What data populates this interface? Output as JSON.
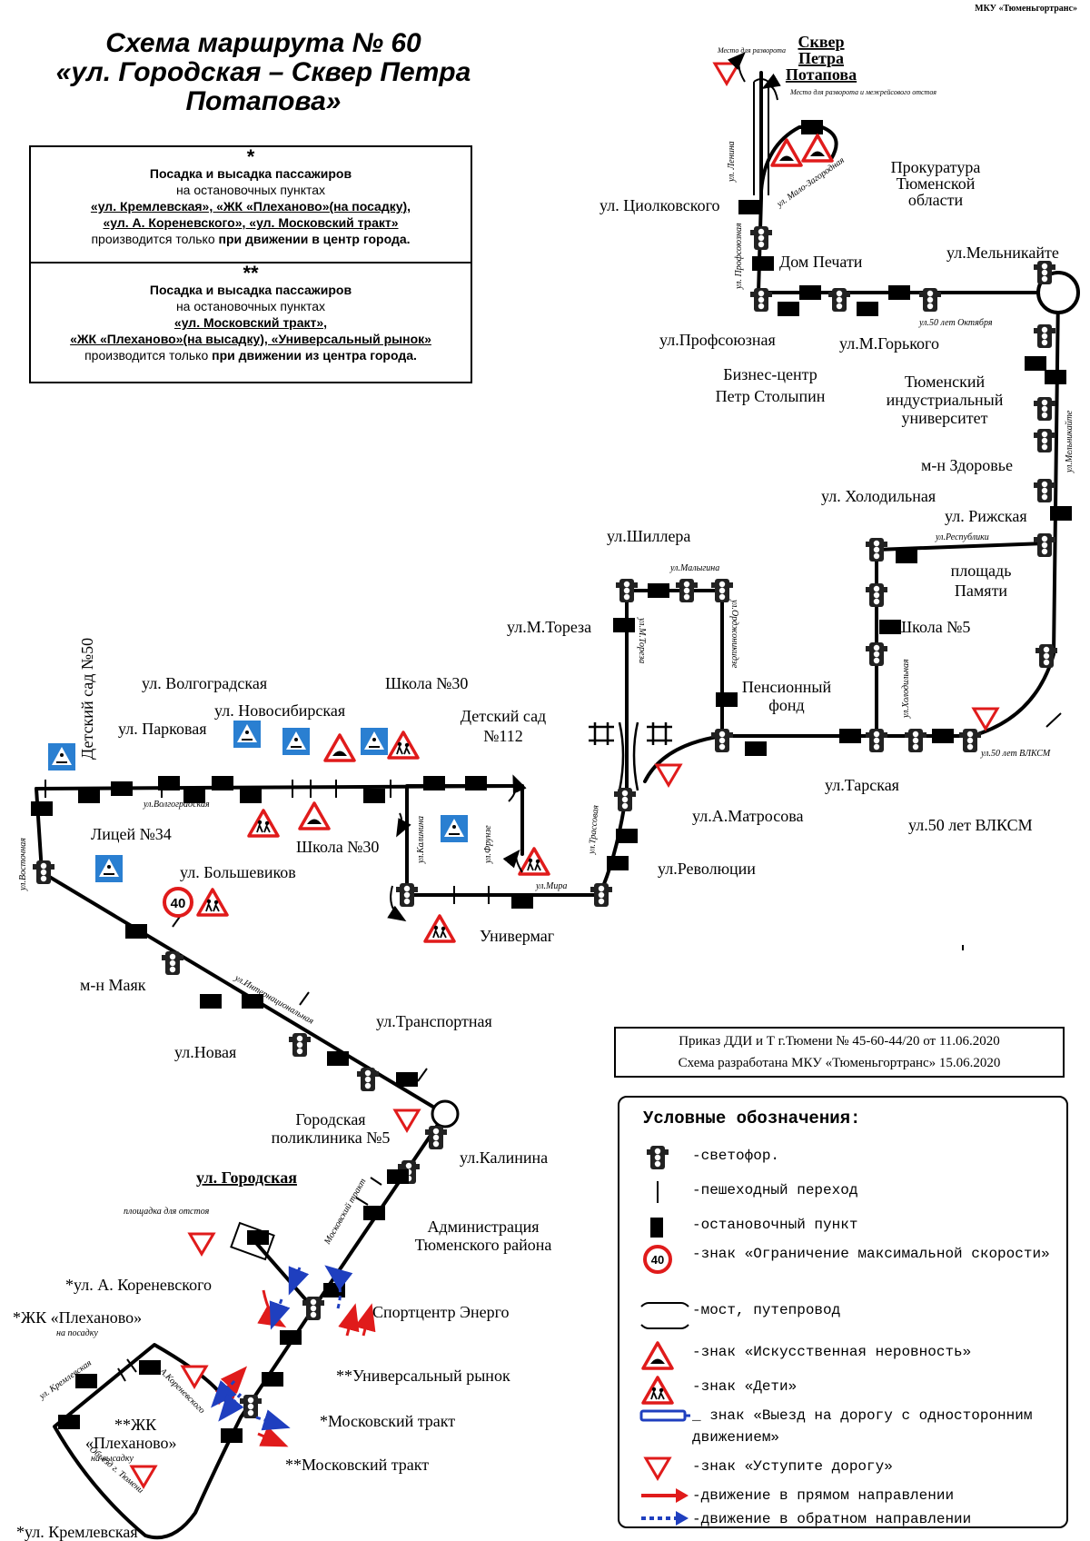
{
  "org": "МКУ «Тюменьгортранс»",
  "title": {
    "line1": "Схема маршрута № 60",
    "line2": "«ул. Городская – Сквер Петра",
    "line3": "Потапова»"
  },
  "notes": [
    {
      "star": "*",
      "heading": "Посадка и высадка пассажиров",
      "intro": "на остановочных пунктах",
      "stops_line1": "«ул. Кремлевская», «ЖК «Плеханово»(на посадку),",
      "stops_line2": "«ул. А. Кореневского», «ул. Московский тракт»",
      "tail_prefix": "производится только ",
      "tail_bold": "при движении в центр города."
    },
    {
      "star": "**",
      "heading": "Посадка и высадка пассажиров",
      "intro": "на остановочных пунктах",
      "stops_line1": "«ул. Московский тракт»,",
      "stops_line2": "«ЖК «Плеханово»(на высадку), «Универсальный рынок»",
      "tail_prefix": "производится только ",
      "tail_bold": "при движении из центра города."
    }
  ],
  "labels": {
    "skver1": "Сквер",
    "skver2": "Петра",
    "skver3": "Потапова",
    "razvorot": "Место для разворота",
    "otstoy": "Место для разворота и межрейсового отстоя",
    "tsiolkovsky": "ул. Циолковского",
    "prokuratura1": "Прокуратура",
    "prokuratura2": "Тюменской",
    "prokuratura3": "области",
    "dom_pechati": "Дом Печати",
    "melnikaite": "ул.Мельникайте",
    "profsoyuznaya": "ул.Профсоюзная",
    "gorkogo": "ул.М.Горького",
    "biznes1": "Бизнес-центр",
    "biznes2": "Петр Столыпин",
    "tiu1": "Тюменский",
    "tiu2": "индустриальный",
    "tiu3": "университет",
    "zdorovye": "м-н Здоровье",
    "holodilnaya": "ул. Холодильная",
    "rizhskaya": "ул. Рижская",
    "ploshad1": "площадь",
    "ploshad2": "Памяти",
    "shkola5": "Школа №5",
    "shillera": "ул.Шиллера",
    "toreza": "ул.М.Тореза",
    "pensionny1": "Пенсионный",
    "pensionny2": "фонд",
    "tarskaya": "ул.Тарская",
    "vlksm": "ул.50 лет ВЛКСМ",
    "matrosova": "ул.А.Матросова",
    "revolyutsii": "ул.Революции",
    "univermag": "Универмаг",
    "detsad50": "Детский сад №50",
    "volgogradskaya": "ул. Волгоградская",
    "novosibirskaya": "ул. Новосибирская",
    "parkovaya": "ул. Парковая",
    "shkola30a": "Школа №30",
    "detsad112a": "Детский сад",
    "detsad112b": "№112",
    "litsey34": "Лицей №34",
    "shkola30b": "Школа №30",
    "bolshevikov": "ул. Большевиков",
    "mayak": "м-н Маяк",
    "novaya": "ул.Новая",
    "transportnaya": "ул.Транспортная",
    "poliklinika1": "Городская",
    "poliklinika2": "поликлиника №5",
    "kalinina": "ул.Калинина",
    "gorodskaya": "ул. Городская",
    "ploshadka": "площадка для отстоя",
    "administratsiya1": "Администрация",
    "administratsiya2": "Тюменского района",
    "korenevskogo": "*ул. А. Кореневского",
    "plehanovo1": "*ЖК «Плеханово»",
    "naposadku": "на посадку",
    "sportcentr": "Спортцентр Энерго",
    "univrynok": "**Универсальный рынок",
    "plehanovo2a": "**ЖК",
    "plehanovo2b": "«Плеханово»",
    "navysadku": "на высадку",
    "moskovsky1": "*Московский тракт",
    "moskovsky2": "**Московский тракт",
    "kremlevskaya": "*ул. Кремлевская",
    "speed": "40"
  },
  "streets": {
    "lenina": "ул. Ленина",
    "malo_zagorodnaya": "ул. Мало-Загородная",
    "profsoyuznaya": "ул. Профсоюзная",
    "oktyabrya": "ул.50 лет Октября",
    "melnikaite": "ул.Мельникайте",
    "respubliki": "ул.Республики",
    "holodilnaya": "ул.Холодильная",
    "vlksm": "ул.50 лет ВЛКСМ",
    "malygina": "ул.Малыгина",
    "toreza": "ул.М.Тореза",
    "ordzhonikidze": "ул.Орджоникидзе",
    "trasovaya": "ул.Трассовая",
    "mira": "ул.Мира",
    "frunze": "ул.Фрунзе",
    "kalinina": "ул.Калинина",
    "volgogradskaya": "ул.Волгоградская",
    "vostochnaya": "ул.Восточная",
    "internatsionalnaya": "ул.Интернациональная",
    "moskovsky": "Московский тракт",
    "kremlevskaya": "ул. Кремлевская",
    "korenevskogo": "ул. А.Кореневского",
    "obezd": "Объезд г. Тюмени"
  },
  "order": {
    "line1": "Приказ ДДИ и Т г.Тюмени № 45-60-44/20 от 11.06.2020",
    "line2": "Схема разработана МКУ «Тюменьгортранс» 15.06.2020"
  },
  "legend": {
    "title": "Условные обозначения:",
    "items": [
      {
        "icon": "traffic-light-icon",
        "text": "-светофор."
      },
      {
        "icon": "crosswalk-icon",
        "text": "-пешеходный переход"
      },
      {
        "icon": "bus-stop-icon",
        "text": "-остановочный пункт"
      },
      {
        "icon": "speed-limit-icon",
        "text": "-знак «Ограничение максимальной скорости»"
      },
      {
        "icon": "bridge-icon",
        "text": "-мост, путепровод"
      },
      {
        "icon": "speed-bump-icon",
        "text": "-знак «Искусственная неровность»"
      },
      {
        "icon": "children-icon",
        "text": "-знак «Дети»"
      },
      {
        "icon": "one-way-icon",
        "text": "_ знак «Выезд на дорогу с односторонним движением»"
      },
      {
        "icon": "yield-icon",
        "text": "-знак «Уступите дорогу»"
      },
      {
        "icon": "forward-arrow-icon",
        "text": "-движение в прямом направлении"
      },
      {
        "icon": "backward-arrow-icon",
        "text": "-движение в обратном направлении"
      }
    ]
  },
  "colors": {
    "forward": "#e01b1b",
    "backward": "#1f3fbf",
    "sign_blue": "#2a7fd1",
    "sign_red": "#e01b1b"
  }
}
